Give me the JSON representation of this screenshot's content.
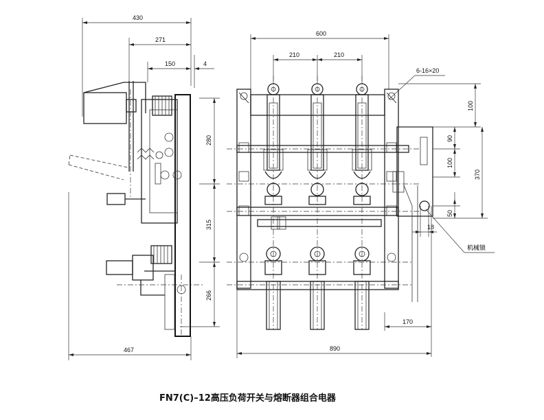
{
  "caption": "FN7(C)–12高压负荷开关与熔断器组合电器",
  "side_view": {
    "dim_430": "430",
    "dim_271": "271",
    "dim_150": "150",
    "dim_4": "4",
    "dim_280": "280",
    "dim_315": "315",
    "dim_266": "266",
    "dim_467": "467"
  },
  "front_view": {
    "dim_600": "600",
    "dim_210_a": "210",
    "dim_210_b": "210",
    "hole_spec": "6-16×20",
    "dim_100_top": "100",
    "dim_90": "90",
    "dim_100_mid": "100",
    "dim_370": "370",
    "dim_50": "50",
    "dim_18": "18",
    "lock_label": "机械锁",
    "dim_170": "170",
    "dim_890": "890"
  }
}
